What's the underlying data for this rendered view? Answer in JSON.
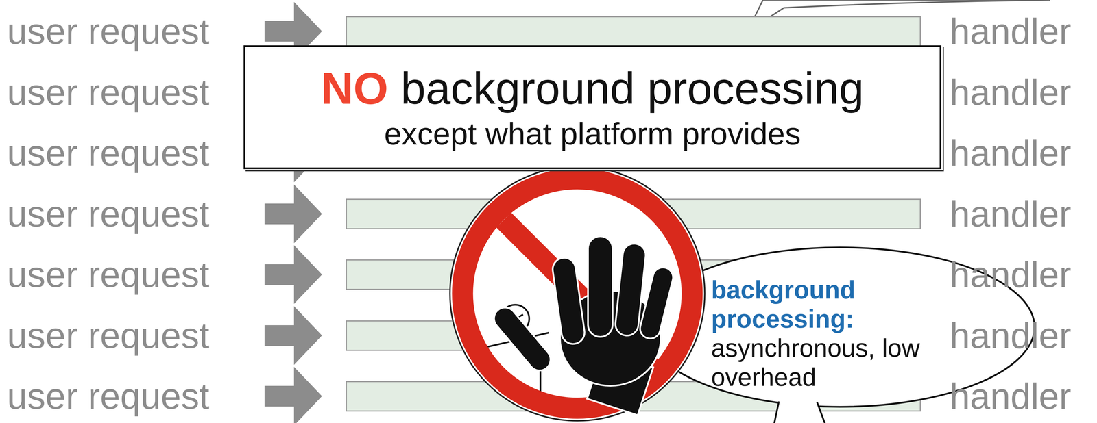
{
  "diagram": {
    "nodes": [
      {
        "text": [
          "NO",
          "background processing",
          "except what platform provides"
        ]
      },
      {
        "text": [
          "background processing:",
          "asynchronous, low overhead"
        ]
      }
    ],
    "labels": [
      "user request",
      "handler",
      "user request",
      "handler",
      "user request",
      "handler",
      "user request",
      "handler",
      "user request",
      "handler",
      "user request",
      "handler",
      "user request",
      "handler"
    ]
  }
}
